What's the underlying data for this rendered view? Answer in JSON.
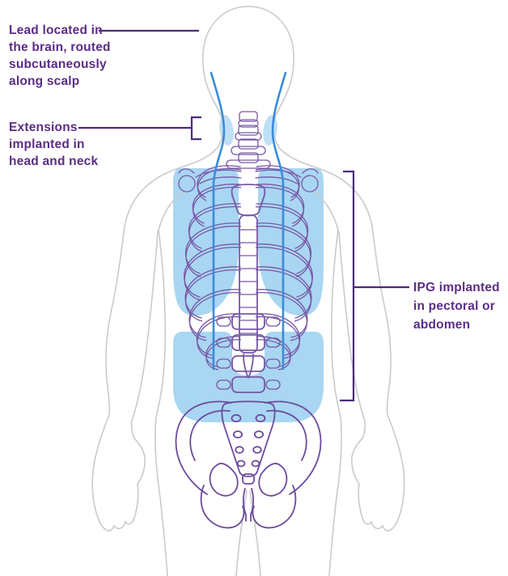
{
  "colors": {
    "background": "#FFFFFF",
    "text-purple": "#5B2D86",
    "line-purple": "#4E2A7A",
    "skeleton-purple": "#7757A5",
    "pelvis-purple": "#6C4A9E",
    "outline-gray": "#C9CACC",
    "lead-blue": "#3A8CDB",
    "highlight-blue": "#A9D6F2",
    "neck-highlight-blue": "#BEE0F6"
  },
  "annotations": {
    "lead": {
      "text": "Lead located in\nthe brain, routed\nsubcutaneously\nalong scalp"
    },
    "extensions": {
      "text": "Extensions\nimplanted in\nhead and neck"
    },
    "ipg": {
      "text": "IPG implanted\nin pectoral or\nabdomen"
    }
  }
}
